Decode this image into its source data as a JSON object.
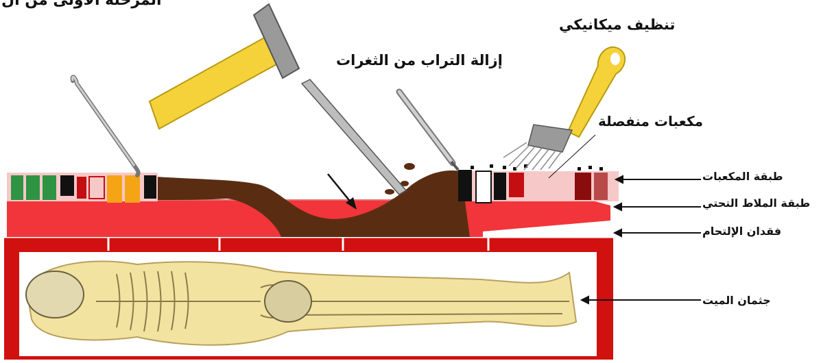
{
  "diagram": {
    "title": "المرحلة الأولى من ال",
    "labels": {
      "mechanical_cleaning": "تنظيف ميكانيكي",
      "dust_removal": "إزالة التراب من الثغرات",
      "loose_tesserae": "مكعبات منفصلة",
      "tesserae_layer": "طبقة المكعبات",
      "bedding_mortar": "طبقة الملاط التحتي",
      "loss_of_cohesion": "فقدان الإلتحام",
      "body": "جثمان الميت"
    },
    "colors": {
      "mortar_red": "#f2353a",
      "brick_red": "#d11010",
      "soil_brown": "#5a2d12",
      "bone_yellow": "#f3e3a0",
      "tool_yellow": "#f5d23a",
      "tool_gray": "#9a9a9a",
      "tessera_green": "#2e9444",
      "tessera_black": "#111111",
      "tessera_orange": "#f5a416",
      "tessera_darkred": "#8a0d0d"
    }
  }
}
